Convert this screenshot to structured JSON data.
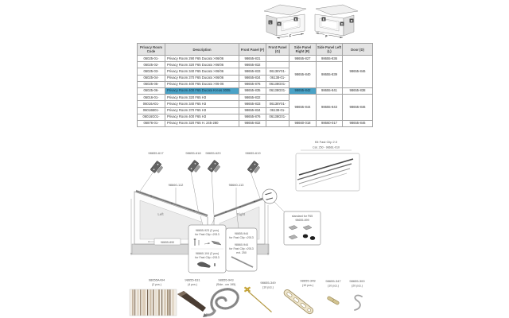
{
  "page": {
    "background": "#ffffff",
    "highlight_color": "#4aa2c6"
  },
  "top_view": {
    "left_letters": [
      "L",
      "D",
      "E",
      "F"
    ],
    "right_letters": [
      "E",
      "D",
      "R",
      "F"
    ]
  },
  "table": {
    "headers": [
      "Privacy Room Code",
      "Description",
      "Front Panel (F)",
      "Front Panel (G)",
      "Side Panel Right (R)",
      "Side Panel Left (L)",
      "Door (D)"
    ],
    "rows": [
      {
        "code": "06025-01-",
        "desc": "Privacy Room 290 F65 Ducato >06/06",
        "front_f": "98655-831",
        "front_g": "",
        "side_r": {
          "v": "98655-827",
          "span": 1
        },
        "side_l": {
          "v": "98655-836",
          "span": 1
        },
        "door": {
          "v": "98655-846",
          "span": 5
        }
      },
      {
        "code": "06025-02-",
        "desc": "Privacy Room 320 F65 Ducato >06/06",
        "front_f": "98655-832",
        "front_g": "",
        "side_r": {
          "v": "98655-840",
          "span": 4
        },
        "side_l": {
          "v": "98655-839",
          "span": 4
        },
        "door": null
      },
      {
        "code": "06025-03-",
        "desc": "Privacy Room 340 F65 Ducato >06/06",
        "front_f": "98655-833",
        "front_g": "06138Y01-",
        "side_r": null,
        "side_l": null,
        "door": null
      },
      {
        "code": "06025-04-",
        "desc": "Privacy Room 370 F65 Ducato >06/06",
        "front_f": "98655-834",
        "front_g": "06138-01-",
        "side_r": null,
        "side_l": null,
        "door": null
      },
      {
        "code": "06025-05-",
        "desc": "Privacy Room 400 F65 Ducato >06-06",
        "front_f": "98655-876",
        "front_g": "06138G01-",
        "side_r": null,
        "side_l": null,
        "door": null
      },
      {
        "code": "06025-06-",
        "desc": "Privacy Room 400 F65 Ducato Kreos 3005",
        "desc_hl": true,
        "front_f": "98655-835",
        "front_g": "06138G01-",
        "side_r": {
          "v": "98655-842",
          "span": 1,
          "hl": true
        },
        "side_l": {
          "v": "98655-841",
          "span": 1
        },
        "door": {
          "v": "98655-838",
          "span": 1
        }
      },
      {
        "code": "06016-01-",
        "desc": "Privacy Room 320 F65 H3",
        "front_f": "98655-832",
        "front_g": "",
        "side_r": {
          "v": "98655-844",
          "span": 4
        },
        "side_l": {
          "v": "98655-843",
          "span": 4
        },
        "door": {
          "v": "98655-846",
          "span": 4
        }
      },
      {
        "code": "06016A01-",
        "desc": "Privacy Room 340 F65 H3",
        "front_f": "98655-833",
        "front_g": "06138Y01-",
        "side_r": null,
        "side_l": null,
        "door": null
      },
      {
        "code": "06016B01-",
        "desc": "Privacy Room 370 F65 H3",
        "front_f": "98655-834",
        "front_g": "06138-01-",
        "side_r": null,
        "side_l": null,
        "door": null
      },
      {
        "code": "06016G01-",
        "desc": "Privacy Room 400 F65 H3",
        "front_f": "98655-876",
        "front_g": "06138G01-",
        "side_r": null,
        "side_l": null,
        "door": null
      },
      {
        "code": "06876-01-",
        "desc": "Privacy Room 320 F65 H. 245-280",
        "front_f": "98655-832",
        "front_g": "",
        "side_r": {
          "v": "98660-018",
          "span": 1
        },
        "side_l": {
          "v": "98660-017",
          "span": 1
        },
        "door": {
          "v": "98655-846",
          "span": 1
        }
      }
    ]
  },
  "diagram": {
    "bracket_labels": [
      "98655-617",
      "98655-618",
      "98655-620",
      "98655-619"
    ],
    "rail_labels": [
      "98660-112",
      "98660-113"
    ],
    "panel_left_label": "Left",
    "panel_right_label": "Right",
    "panel_part_label": "98655-890",
    "kit_box": {
      "title": "Kit Fast Clip 2.0",
      "subtitle": "Cat. 250 - 98661-010"
    },
    "standard_box": {
      "line1": "standard for F65",
      "line2": "98655-899"
    },
    "callout_left": {
      "top1": "98655-923 (2 pcs)",
      "top2": "for Fast Clip <2013",
      "bottom1": "98660-104 (2 pcs)",
      "bottom2": "for Fast Clip >2013"
    },
    "callout_right": {
      "l1": "98655-944",
      "l2": "for Fast Clip <2013",
      "l3": "98660-944",
      "l4": "for Fast Clip >2013",
      "l5": "ext. 250"
    }
  },
  "parts": [
    {
      "code": "98655A494",
      "qty": "(2 pcs.)",
      "icon": "fabric-swatch"
    },
    {
      "code": "98655-631",
      "qty": "(4 pcs.)",
      "icon": "corner-profile"
    },
    {
      "code": "98655-943",
      "qty": "(Side - cm 195)",
      "icon": "zipper"
    },
    {
      "code": "98655-349",
      "qty": "(10 pcs.)",
      "icon": "long-pin"
    },
    {
      "code": "98655-348",
      "qty": "(10 pcs.)",
      "icon": "link-strap"
    },
    {
      "code": "98655-347",
      "qty": "(10 pcs.)",
      "icon": "toggle-pin"
    },
    {
      "code": "98655-300",
      "qty": "(20 pcs.)",
      "icon": "s-hook"
    }
  ]
}
